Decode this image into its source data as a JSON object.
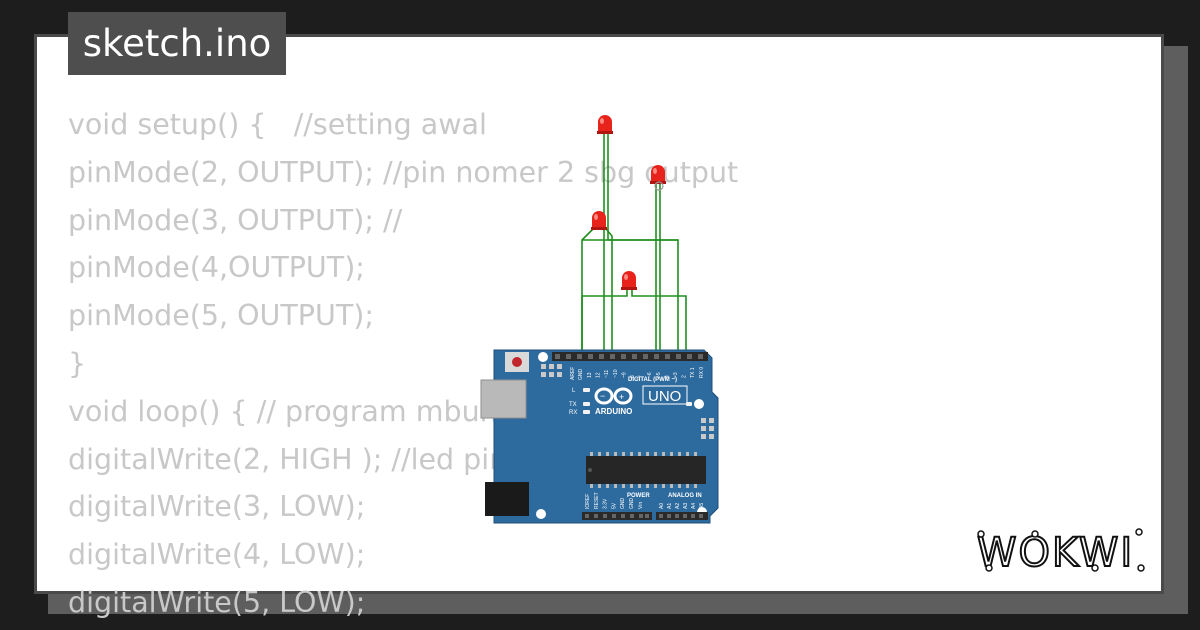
{
  "tab": {
    "filename": "sketch.ino"
  },
  "code_lines": [
    "void setup() {   //setting awal",
    "pinMode(2, OUTPUT); //pin nomer 2 sbg output",
    "pinMode(3, OUTPUT); //",
    "pinMode(4,OUTPUT);",
    "pinMode(5, OUTPUT);",
    "}",
    "void loop() { // program mbuh",
    "digitalWrite(2, HIGH ); //led pin",
    "digitalWrite(3, LOW);",
    "digitalWrite(4, LOW);",
    "digitalWrite(5, LOW);"
  ],
  "board": {
    "brand": "ARDUINO",
    "model": "UNO",
    "digital_header": "DIGITAL (PWM ~)",
    "power_header": "POWER",
    "analog_header": "ANALOG IN",
    "on_label": "ON",
    "l_label": "L",
    "tx_label": "TX",
    "rx_label": "RX",
    "aref_label": "AREF",
    "gnd_label": "GND",
    "digital_pins": [
      "13",
      "12",
      "~11",
      "~10",
      "~9",
      "8",
      "7",
      "~6",
      "~5",
      "4",
      "~3",
      "2",
      "TX 1",
      "RX 0"
    ],
    "power_pins": [
      "IOREF",
      "RESET",
      "3.3V",
      "5V",
      "GND",
      "GND",
      "Vin"
    ],
    "analog_pins": [
      "A0",
      "A1",
      "A2",
      "A3",
      "A4",
      "A5"
    ]
  },
  "leds": [
    {
      "name": "led-1",
      "color": "#e8231c"
    },
    {
      "name": "led-2",
      "color": "#e8231c"
    },
    {
      "name": "led-3",
      "color": "#e8231c"
    },
    {
      "name": "led-4",
      "color": "#e8231c"
    }
  ],
  "colors": {
    "background": "#1d1d1d",
    "board": "#2d6a9e",
    "wire": "#1f8f1f",
    "code_text": "#c8c8c8",
    "tab_bg": "#4e4e4e"
  },
  "logo": {
    "text": "WOKWI"
  }
}
